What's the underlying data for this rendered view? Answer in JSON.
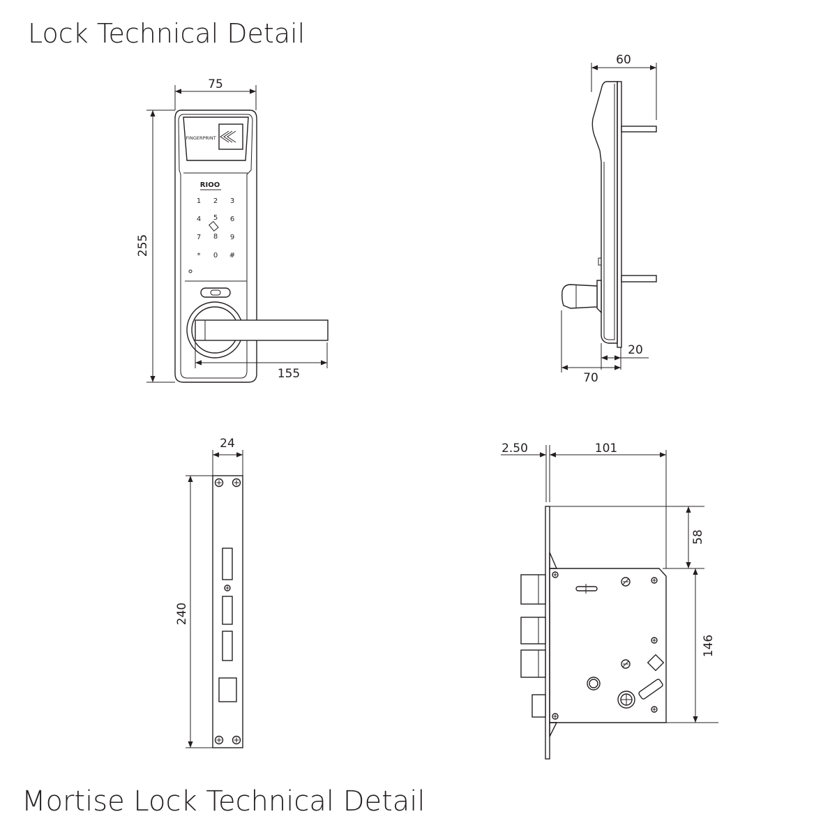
{
  "titles": {
    "top": "Lock Technical Detail",
    "bottom": "Mortise Lock Technical Detail"
  },
  "front_view": {
    "dims": {
      "width": "75",
      "height": "255",
      "handle": "155"
    },
    "fingerprint_label": "FINGERPRINT",
    "brand": "RIOO",
    "keys": [
      "1",
      "2",
      "3",
      "4",
      "5",
      "6",
      "7",
      "8",
      "9",
      "*",
      "0",
      "#"
    ]
  },
  "side_view": {
    "dims": {
      "depth": "60",
      "thickness": "20",
      "handle_depth": "70"
    }
  },
  "faceplate_view": {
    "dims": {
      "width": "24",
      "height": "240"
    }
  },
  "mortise_view": {
    "dims": {
      "plate": "2.50",
      "body_width": "101",
      "offset": "58",
      "body_height": "146"
    }
  },
  "colors": {
    "line": "#231f20",
    "background": "#ffffff"
  }
}
